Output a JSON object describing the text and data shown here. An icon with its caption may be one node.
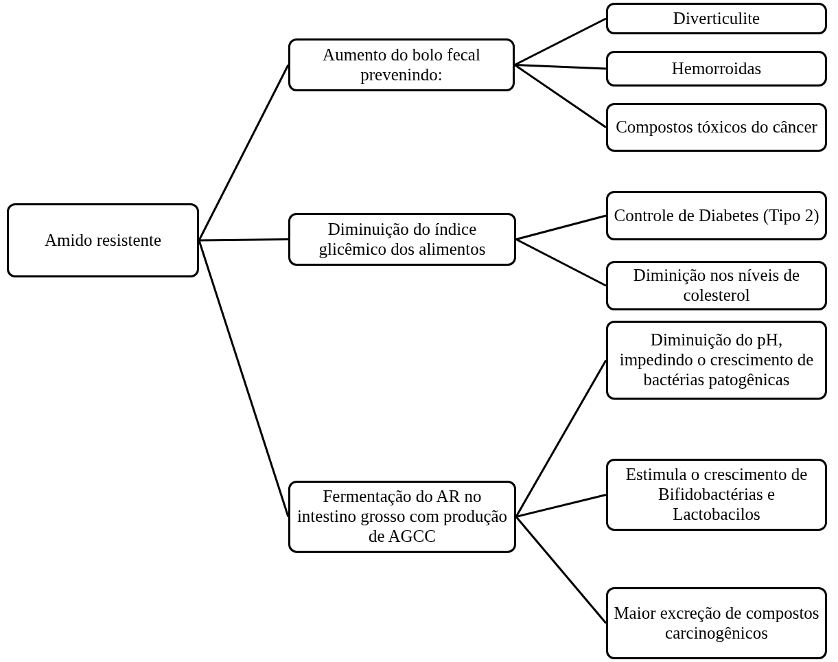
{
  "diagram": {
    "nodes": [
      {
        "text": [
          "Amido resistente"
        ]
      },
      {
        "text": [
          "Aumento do bolo fecal prevenindo:"
        ]
      },
      {
        "text": [
          "Diminuição do índice glicêmico dos alimentos"
        ]
      },
      {
        "text": [
          "Fermentação do AR no intestino grosso com produção de AGCC"
        ]
      },
      {
        "text": [
          "Diverticulite"
        ]
      },
      {
        "text": [
          "Hemorroidas"
        ]
      },
      {
        "text": [
          "Compostos tóxicos do câncer"
        ]
      },
      {
        "text": [
          "Controle de Diabetes (Tipo 2)"
        ]
      },
      {
        "text": [
          "Diminição nos níveis de colesterol"
        ]
      },
      {
        "text": [
          "Diminuição do pH, impedindo o crescimento de bactérias patogênicas"
        ]
      },
      {
        "text": [
          "Estimula o crescimento de Bifidobactérias e Lactobacilos"
        ]
      },
      {
        "text": [
          "Maior excreção de compostos carcinogênicos"
        ]
      }
    ],
    "edges": [
      {
        "from": 0,
        "to": 1,
        "arrow": "none"
      },
      {
        "from": 0,
        "to": 2,
        "arrow": "none"
      },
      {
        "from": 0,
        "to": 3,
        "arrow": "none"
      },
      {
        "from": 1,
        "to": 4,
        "arrow": "none"
      },
      {
        "from": 1,
        "to": 5,
        "arrow": "none"
      },
      {
        "from": 1,
        "to": 6,
        "arrow": "none"
      },
      {
        "from": 2,
        "to": 7,
        "arrow": "none"
      },
      {
        "from": 2,
        "to": 8,
        "arrow": "none"
      },
      {
        "from": 3,
        "to": 9,
        "arrow": "none"
      },
      {
        "from": 3,
        "to": 10,
        "arrow": "none"
      },
      {
        "from": 3,
        "to": 11,
        "arrow": "none"
      }
    ]
  }
}
